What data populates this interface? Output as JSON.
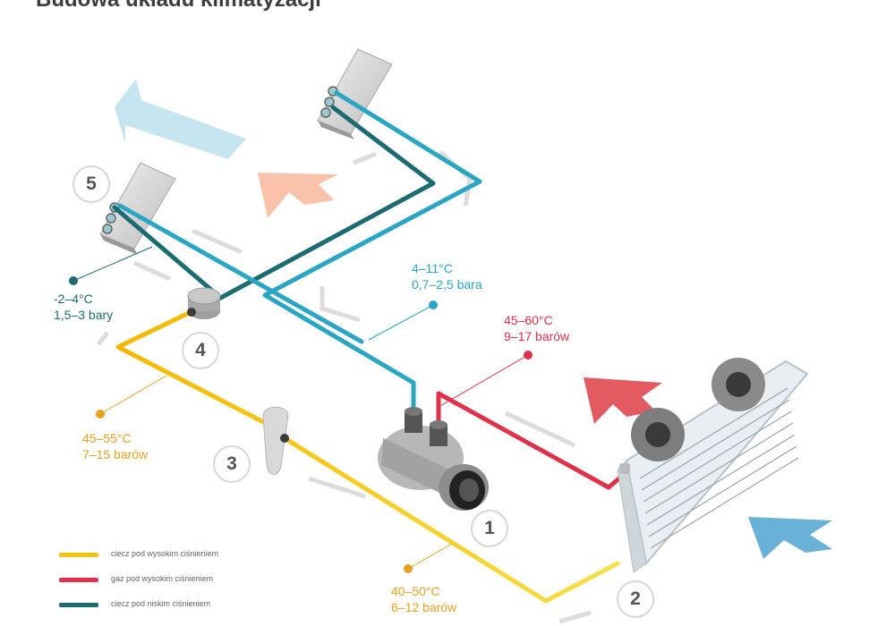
{
  "title": "Budowa układu klimatyzacji",
  "colors": {
    "low_pressure_liquid": "#1c6b72",
    "low_pressure_gas": "#2aa6c4",
    "high_pressure_gas": "#e0304a",
    "high_pressure_liquid": "#f2c20f"
  },
  "components": [
    {
      "number": "1"
    },
    {
      "number": "2"
    },
    {
      "number": "3"
    },
    {
      "number": "4"
    },
    {
      "number": "5"
    }
  ],
  "readings": {
    "teal": {
      "temp": "-2–4°C",
      "pressure": "1,5–3 bary"
    },
    "blue": {
      "temp": "4–11°C",
      "pressure": "0,7–2,5 bara"
    },
    "red": {
      "temp": "45–60°C",
      "pressure": "9–17 barów"
    },
    "yellow_left": {
      "temp": "45–55°C",
      "pressure": "7–15 barów"
    },
    "yellow_bottom": {
      "temp": "40–50°C",
      "pressure": "6–12 barów"
    }
  },
  "legend": [
    {
      "label": "ciecz pod wysokim ciśnieniem",
      "color": "#f2c20f"
    },
    {
      "label": "gaz pod wysokim ciśnieniem",
      "color": "#e0304a"
    },
    {
      "label": "ciecz pod niskim ciśnieniem",
      "color": "#1c6b72"
    }
  ]
}
